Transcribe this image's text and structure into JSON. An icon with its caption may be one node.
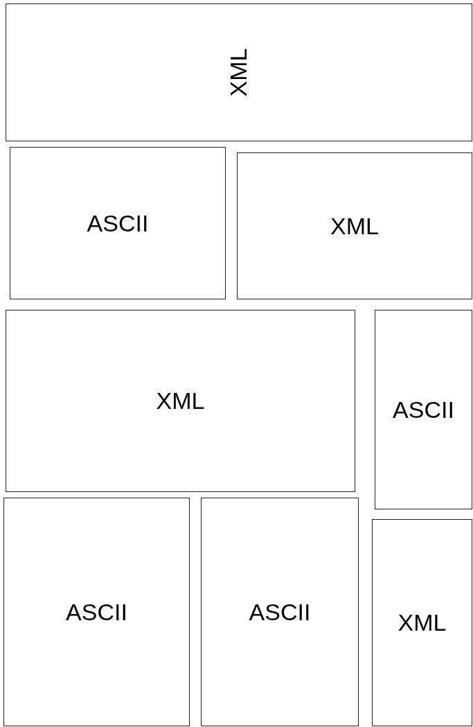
{
  "diagram": {
    "nodes": [
      {
        "text": [
          "XML"
        ]
      },
      {
        "text": [
          "ASCII"
        ]
      },
      {
        "text": [
          "XML"
        ]
      },
      {
        "text": [
          "XML"
        ]
      },
      {
        "text": [
          "ASCII"
        ]
      },
      {
        "text": [
          "ASCII"
        ]
      },
      {
        "text": [
          "ASCII"
        ]
      },
      {
        "text": [
          "XML"
        ]
      }
    ]
  }
}
